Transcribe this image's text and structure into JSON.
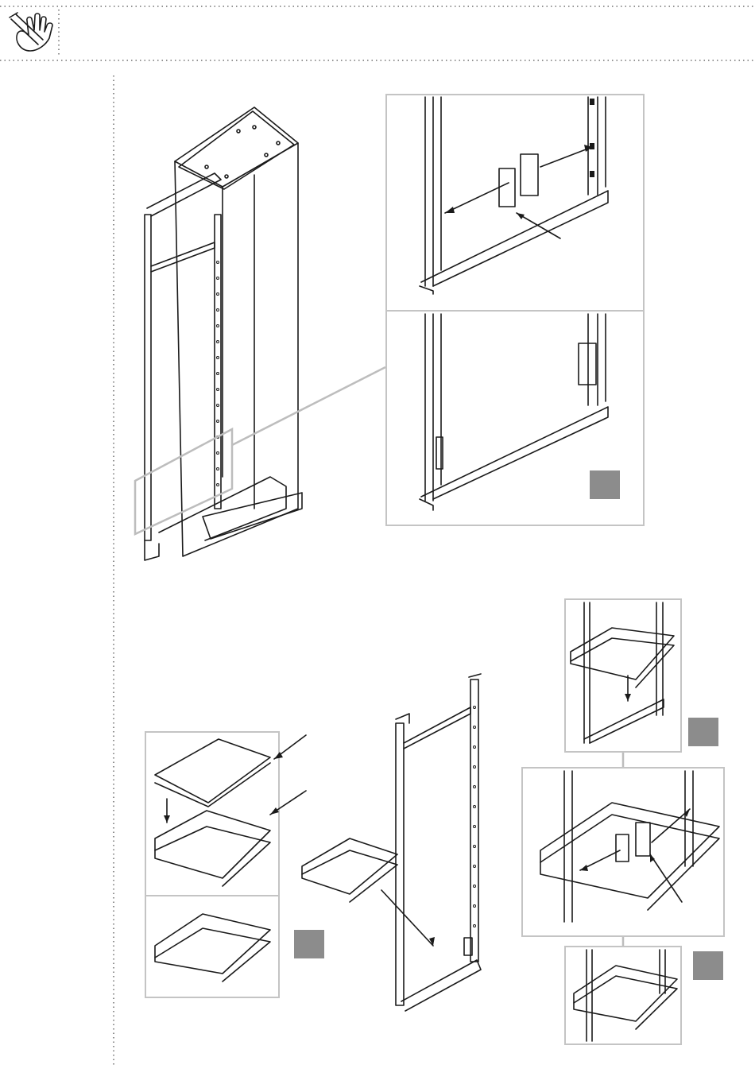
{
  "header": {
    "icon": "hand-screwdriver-icon"
  },
  "colors": {
    "panel_border": "#c4c4c4",
    "badge": "#8c8c8c",
    "line": "#1a1a1a"
  },
  "steps": [
    {
      "id": "install-top",
      "badge": ""
    },
    {
      "id": "install-bottom",
      "badge": ""
    },
    {
      "id": "basket-assembly",
      "badge": ""
    },
    {
      "id": "basket-top",
      "badge": ""
    },
    {
      "id": "basket-clip",
      "badge": ""
    }
  ]
}
